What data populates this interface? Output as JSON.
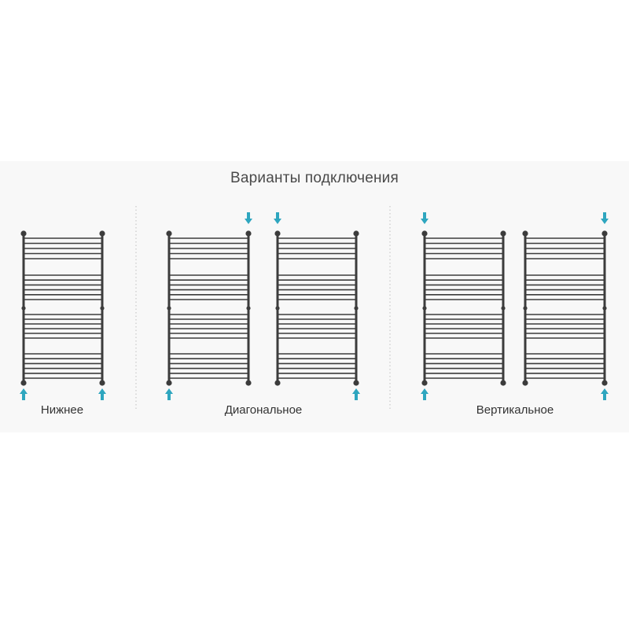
{
  "title": "Варианты подключения",
  "groups": [
    {
      "caption": "Нижнее"
    },
    {
      "caption": "Диагональное"
    },
    {
      "caption": "Вертикальное"
    }
  ],
  "radiators": [
    {
      "group": 0,
      "arrows": [
        {
          "side": "left",
          "pos": "bottom",
          "dir": "up"
        },
        {
          "side": "right",
          "pos": "bottom",
          "dir": "up"
        }
      ]
    },
    {
      "group": 1,
      "arrows": [
        {
          "side": "right",
          "pos": "top",
          "dir": "down"
        },
        {
          "side": "left",
          "pos": "bottom",
          "dir": "up"
        }
      ]
    },
    {
      "group": 1,
      "arrows": [
        {
          "side": "left",
          "pos": "top",
          "dir": "down"
        },
        {
          "side": "right",
          "pos": "bottom",
          "dir": "up"
        }
      ]
    },
    {
      "group": 2,
      "arrows": [
        {
          "side": "left",
          "pos": "top",
          "dir": "down"
        },
        {
          "side": "left",
          "pos": "bottom",
          "dir": "up"
        }
      ]
    },
    {
      "group": 2,
      "arrows": [
        {
          "side": "right",
          "pos": "top",
          "dir": "down"
        },
        {
          "side": "right",
          "pos": "bottom",
          "dir": "up"
        }
      ]
    }
  ],
  "colors": {
    "pipe": "#3c3c3c",
    "arrow": "#2ea6bf",
    "background_band": "#f8f8f8",
    "divider": "#c8c8c8"
  }
}
